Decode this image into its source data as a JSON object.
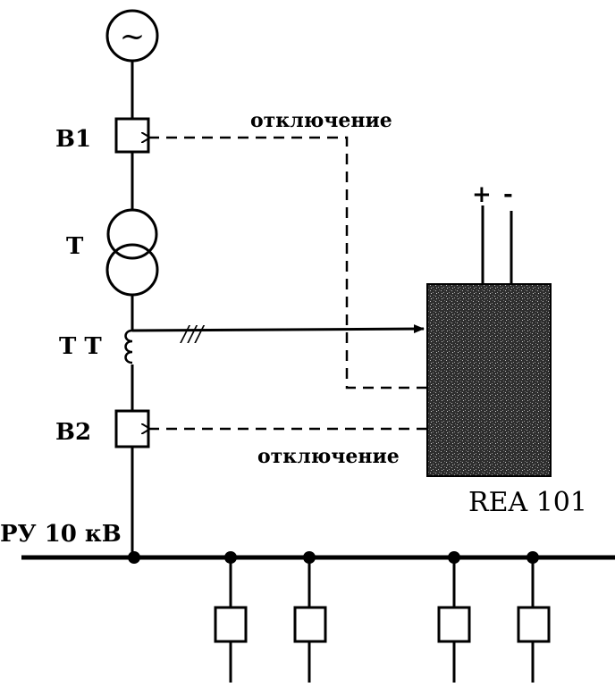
{
  "labels": {
    "breaker_1": "B1",
    "transformer": "T",
    "current_transformer": "T T",
    "breaker_2": "B2",
    "busbar": "РУ 10 кВ",
    "relay_model": "REA 101",
    "trip_signal_top": "отключение",
    "trip_signal_bottom": "отключение",
    "supply_plus": "+",
    "supply_minus": "-",
    "generator_symbol": "~",
    "three_phase_mark": "///"
  },
  "colors": {
    "line": "#000000",
    "relay_fill": "#3a3a3a",
    "background": "#ffffff"
  }
}
